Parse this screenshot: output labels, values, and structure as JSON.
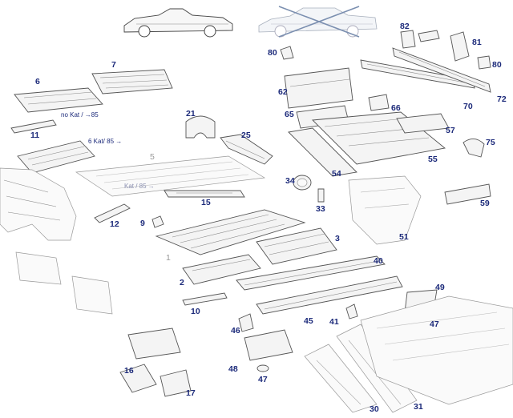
{
  "labels": {
    "n1": "1",
    "n2": "2",
    "n3": "3",
    "n5": "5",
    "n6": "6",
    "n7": "7",
    "n9": "9",
    "n10": "10",
    "n11": "11",
    "n12": "12",
    "n15": "15",
    "n16": "16",
    "n17": "17",
    "n21": "21",
    "n25": "25",
    "n30": "30",
    "n31": "31",
    "n33": "33",
    "n34": "34",
    "n40": "40",
    "n41": "41",
    "n45": "45",
    "n46": "46",
    "n47a": "47",
    "n47b": "47",
    "n48": "48",
    "n49": "49",
    "n51": "51",
    "n54": "54",
    "n55": "55",
    "n57": "57",
    "n59": "59",
    "n62": "62",
    "n65": "65",
    "n66": "66",
    "n70": "70",
    "n72": "72",
    "n75": "75",
    "n80a": "80",
    "n80b": "80",
    "n81": "81",
    "n82": "82"
  },
  "notes": {
    "no_kat": "no Kat / →85",
    "kat_85": "6 Kat/ 85 →",
    "kat_85_faint": "Kat / 85 →"
  }
}
